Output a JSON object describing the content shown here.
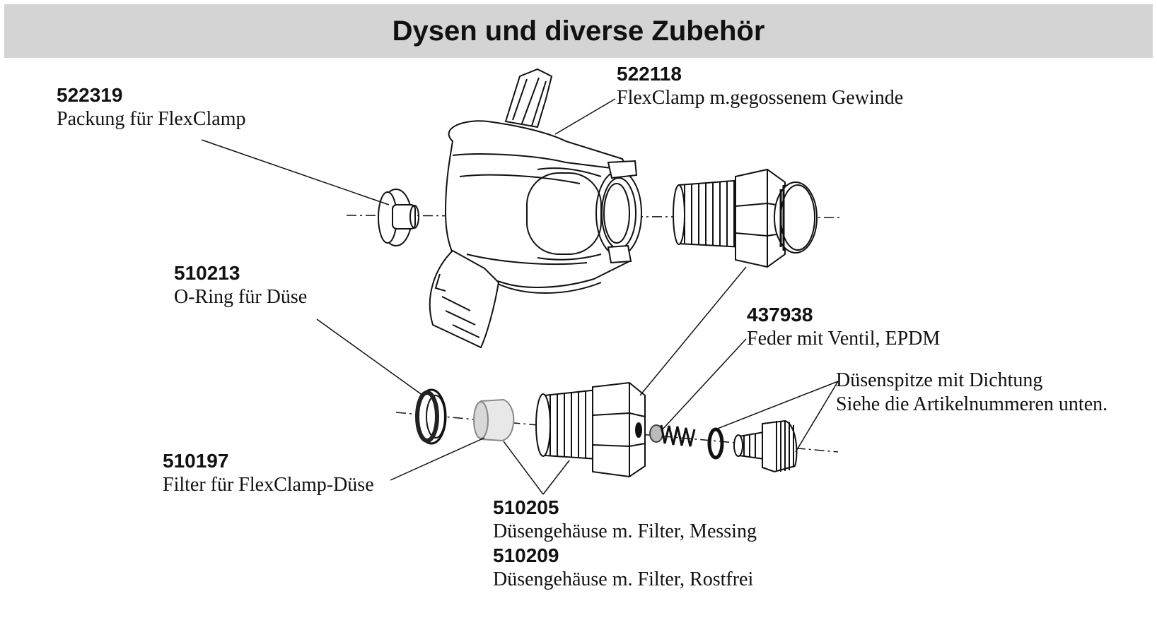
{
  "title": "Dysen und diverse Zubehör",
  "parts": {
    "p522118": {
      "number": "522118",
      "desc": "FlexClamp m.gegossenem Gewinde"
    },
    "p522319": {
      "number": "522319",
      "desc": "Packung für FlexClamp"
    },
    "p510213": {
      "number": "510213",
      "desc": "O-Ring für Düse"
    },
    "p437938": {
      "number": "437938",
      "desc": "Feder mit Ventil, EPDM"
    },
    "tip": {
      "line1": "Düsenspitze mit Dichtung",
      "line2": "Siehe die Artikelnummeren unten."
    },
    "p510197": {
      "number": "510197",
      "desc": "Filter für FlexClamp-Düse"
    },
    "p510205": {
      "number": "510205",
      "desc": "Düsengehäuse m. Filter, Messing"
    },
    "p510209": {
      "number": "510209",
      "desc": "Düsengehäuse m. Filter, Rostfrei"
    }
  }
}
